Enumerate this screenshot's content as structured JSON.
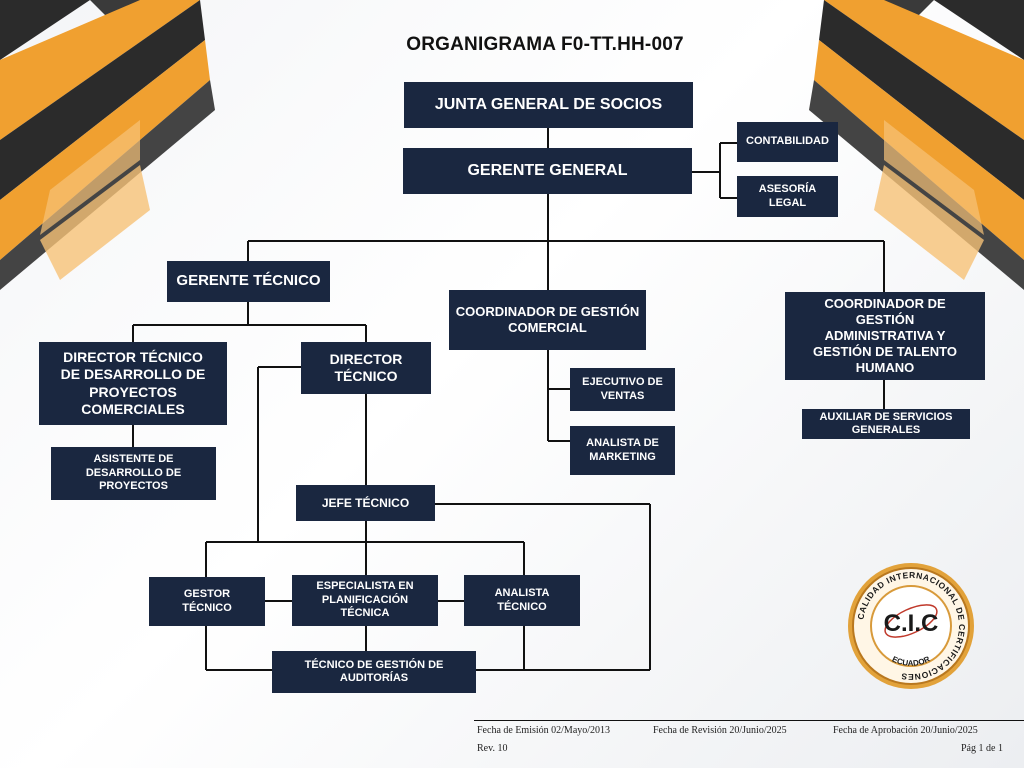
{
  "title": "ORGANIGRAMA F0-TT.HH-007",
  "nodes": {
    "junta": "JUNTA GENERAL DE SOCIOS",
    "gerente_general": "GERENTE GENERAL",
    "contabilidad": "CONTABILIDAD",
    "asesoria_legal": "ASESORÍA LEGAL",
    "gerente_tecnico": "GERENTE TÉCNICO",
    "coord_comercial": "COORDINADOR DE GESTIÓN\nCOMERCIAL",
    "coord_administrativa": "COORDINADOR DE\nGESTIÓN\nADMINISTRATIVA Y\nGESTIÓN DE TALENTO\nHUMANO",
    "director_desarrollo": "DIRECTOR TÉCNICO\nDE DESARROLLO DE\nPROYECTOS\nCOMERCIALES",
    "director_tecnico": "DIRECTOR\nTÉCNICO",
    "ejecutivo_ventas": "EJECUTIVO DE\nVENTAS",
    "analista_marketing": "ANALISTA DE\nMARKETING",
    "auxiliar_servicios": "AUXILIAR DE SERVICIOS\nGENERALES",
    "asistente_desarrollo": "ASISTENTE DE\nDESARROLLO DE\nPROYECTOS",
    "jefe_tecnico": "JEFE TÉCNICO",
    "gestor_tecnico": "GESTOR\nTÉCNICO",
    "especialista": "ESPECIALISTA EN\nPLANIFICACIÓN\nTÉCNICA",
    "analista_tecnico": "ANALISTA\nTÉCNICO",
    "tecnico_auditorias": "TÉCNICO DE GESTIÓN DE\nAUDITORÍAS"
  },
  "seal": {
    "ring_text": "CALIDAD INTERNACIONAL DE CERTIFICACIONES",
    "center_text": "C.I.C",
    "bottom_text": "ECUADOR"
  },
  "footer": {
    "emision": "Fecha de Emisión 02/Mayo/2013",
    "revision": "Fecha de Revisión 20/Junio/2025",
    "aprobacion": "Fecha de Aprobación 20/Junio/2025",
    "rev": "Rev. 10",
    "pagina": "Pág 1 de 1"
  },
  "colors": {
    "box": "#1a2740",
    "accent_orange": "#f0a030",
    "accent_dark": "#2b2b2b",
    "seal_gold": "#e2a23a"
  }
}
